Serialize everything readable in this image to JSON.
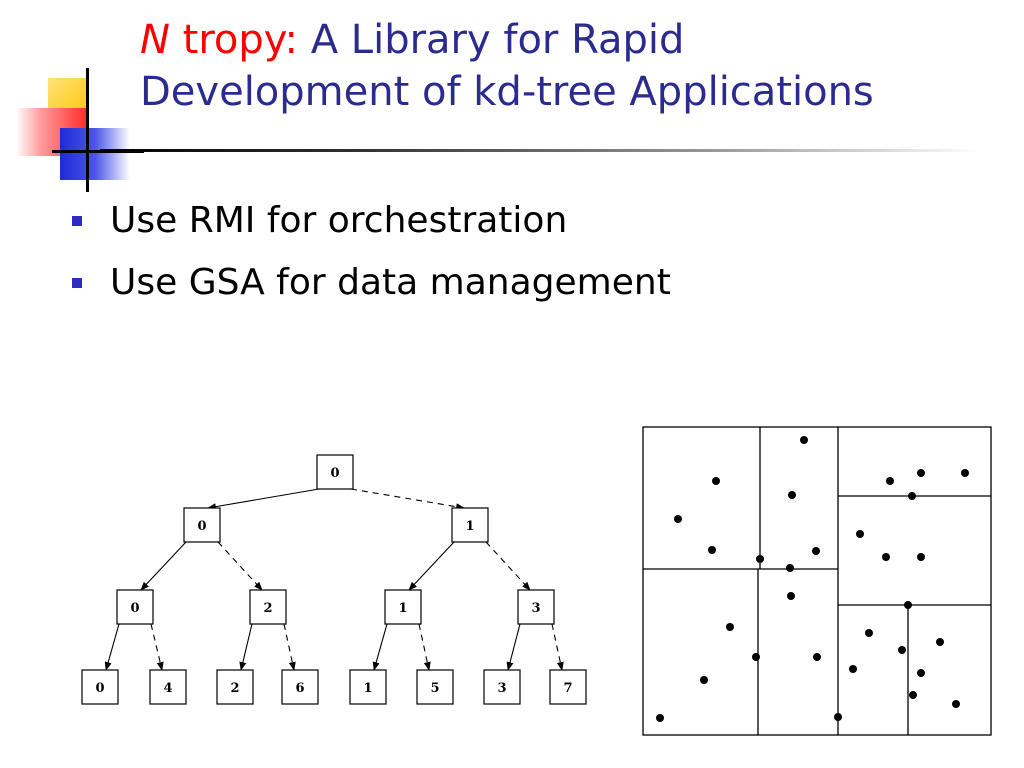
{
  "title": {
    "n": "N",
    "rest_red": "tropy:",
    "line1": "A Library for Rapid",
    "line2": "Development of kd-tree Applications"
  },
  "bullets": [
    "Use RMI for orchestration",
    "Use GSA for data management"
  ],
  "tree": {
    "nodes": [
      {
        "label": "0",
        "level": 0
      },
      {
        "label": "0",
        "level": 1
      },
      {
        "label": "1",
        "level": 1
      },
      {
        "label": "0",
        "level": 2
      },
      {
        "label": "2",
        "level": 2
      },
      {
        "label": "1",
        "level": 2
      },
      {
        "label": "3",
        "level": 2
      },
      {
        "label": "0",
        "level": 3
      },
      {
        "label": "4",
        "level": 3
      },
      {
        "label": "2",
        "level": 3
      },
      {
        "label": "6",
        "level": 3
      },
      {
        "label": "1",
        "level": 3
      },
      {
        "label": "5",
        "level": 3
      },
      {
        "label": "3",
        "level": 3
      },
      {
        "label": "7",
        "level": 3
      }
    ]
  }
}
